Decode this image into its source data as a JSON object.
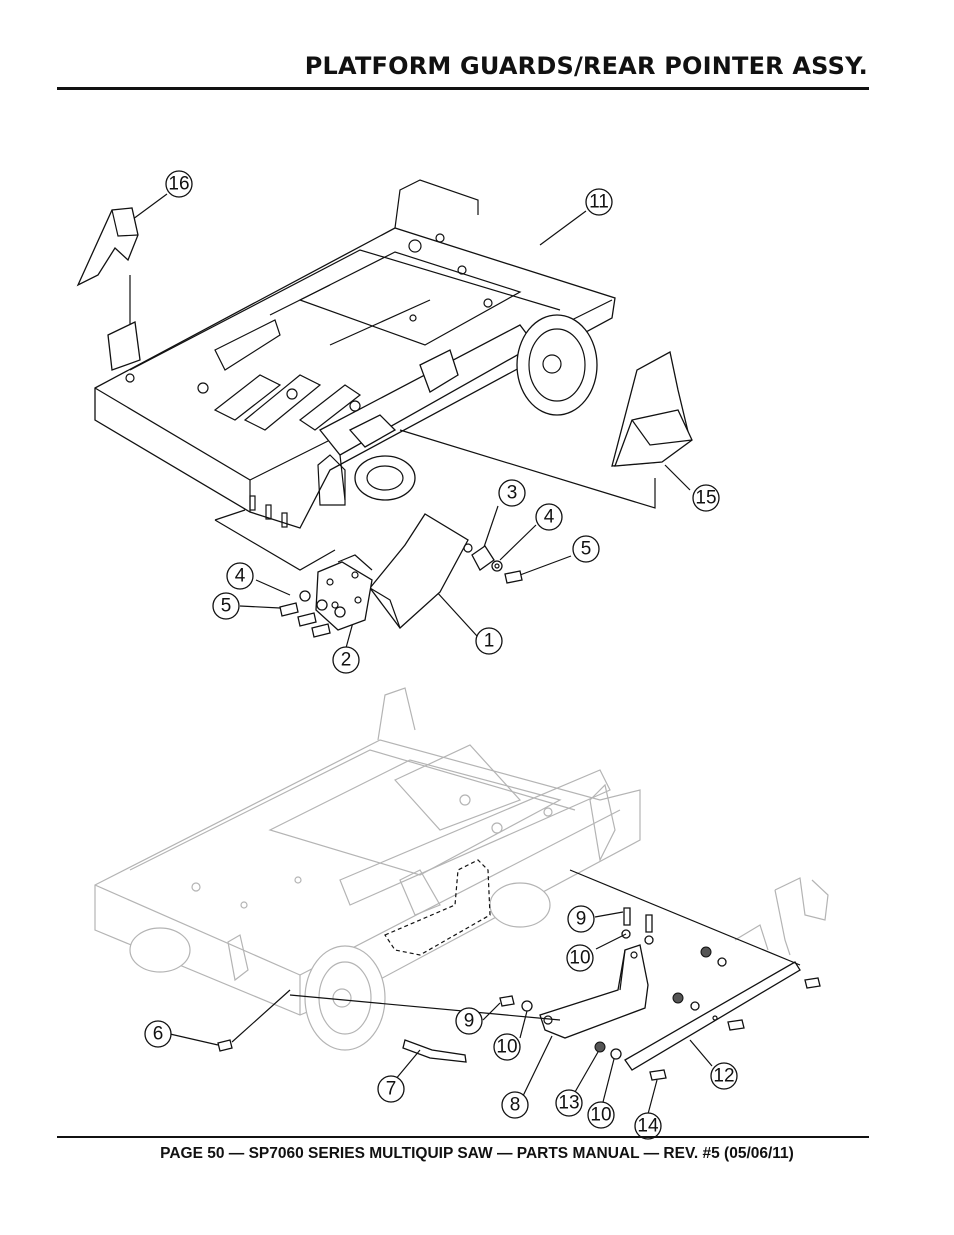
{
  "header": {
    "title": "PLATFORM GUARDS/REAR POINTER ASSY."
  },
  "footer": {
    "text": "PAGE 50 — SP7060 SERIES MULTIQUIP SAW — PARTS MANUAL — REV. #5 (05/06/11)"
  },
  "callouts": [
    {
      "label": "16"
    },
    {
      "label": "11"
    },
    {
      "label": "15"
    },
    {
      "label": "3"
    },
    {
      "label": "4"
    },
    {
      "label": "5"
    },
    {
      "label": "4"
    },
    {
      "label": "5"
    },
    {
      "label": "1"
    },
    {
      "label": "2"
    },
    {
      "label": "9"
    },
    {
      "label": "10"
    },
    {
      "label": "9"
    },
    {
      "label": "10"
    },
    {
      "label": "6"
    },
    {
      "label": "7"
    },
    {
      "label": "8"
    },
    {
      "label": "13"
    },
    {
      "label": "10"
    },
    {
      "label": "12"
    },
    {
      "label": "14"
    }
  ]
}
